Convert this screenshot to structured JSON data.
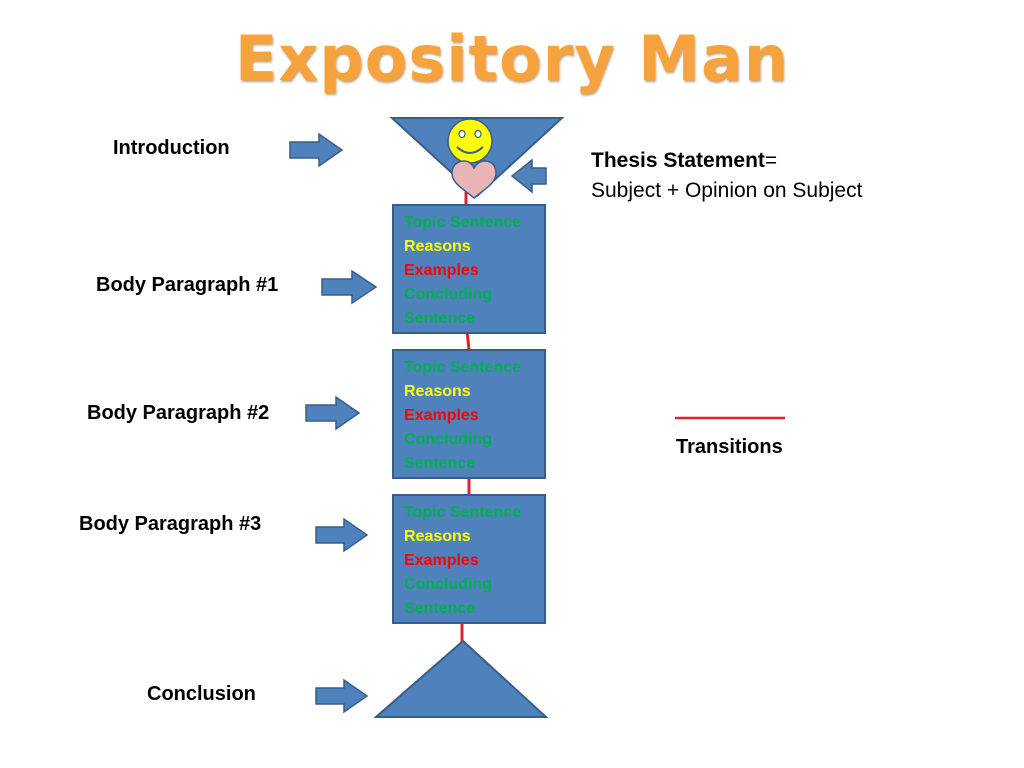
{
  "title": "Expository Man",
  "labels": {
    "introduction": "Introduction",
    "body1": "Body Paragraph #1",
    "body2": "Body Paragraph #2",
    "body3": "Body Paragraph #3",
    "conclusion": "Conclusion",
    "transitions": "Transitions"
  },
  "thesis": {
    "term": "Thesis Statement",
    "equals": "=",
    "definition": "Subject + Opinion on Subject"
  },
  "paragraph_box": {
    "topic": "Topic Sentence",
    "reasons": "Reasons",
    "examples": "Examples",
    "concluding": "Concluding",
    "sentence": "Sentence"
  },
  "colors": {
    "shape_fill": "#4f81bd",
    "shape_stroke": "#385d8a",
    "title": "#f7a33d",
    "topic_sentence": "#00b050",
    "reasons": "#ffff00",
    "examples": "#ff0000",
    "transition_line": "#e0202a",
    "face": "#ffff00",
    "heart": "#e8b4b8"
  }
}
